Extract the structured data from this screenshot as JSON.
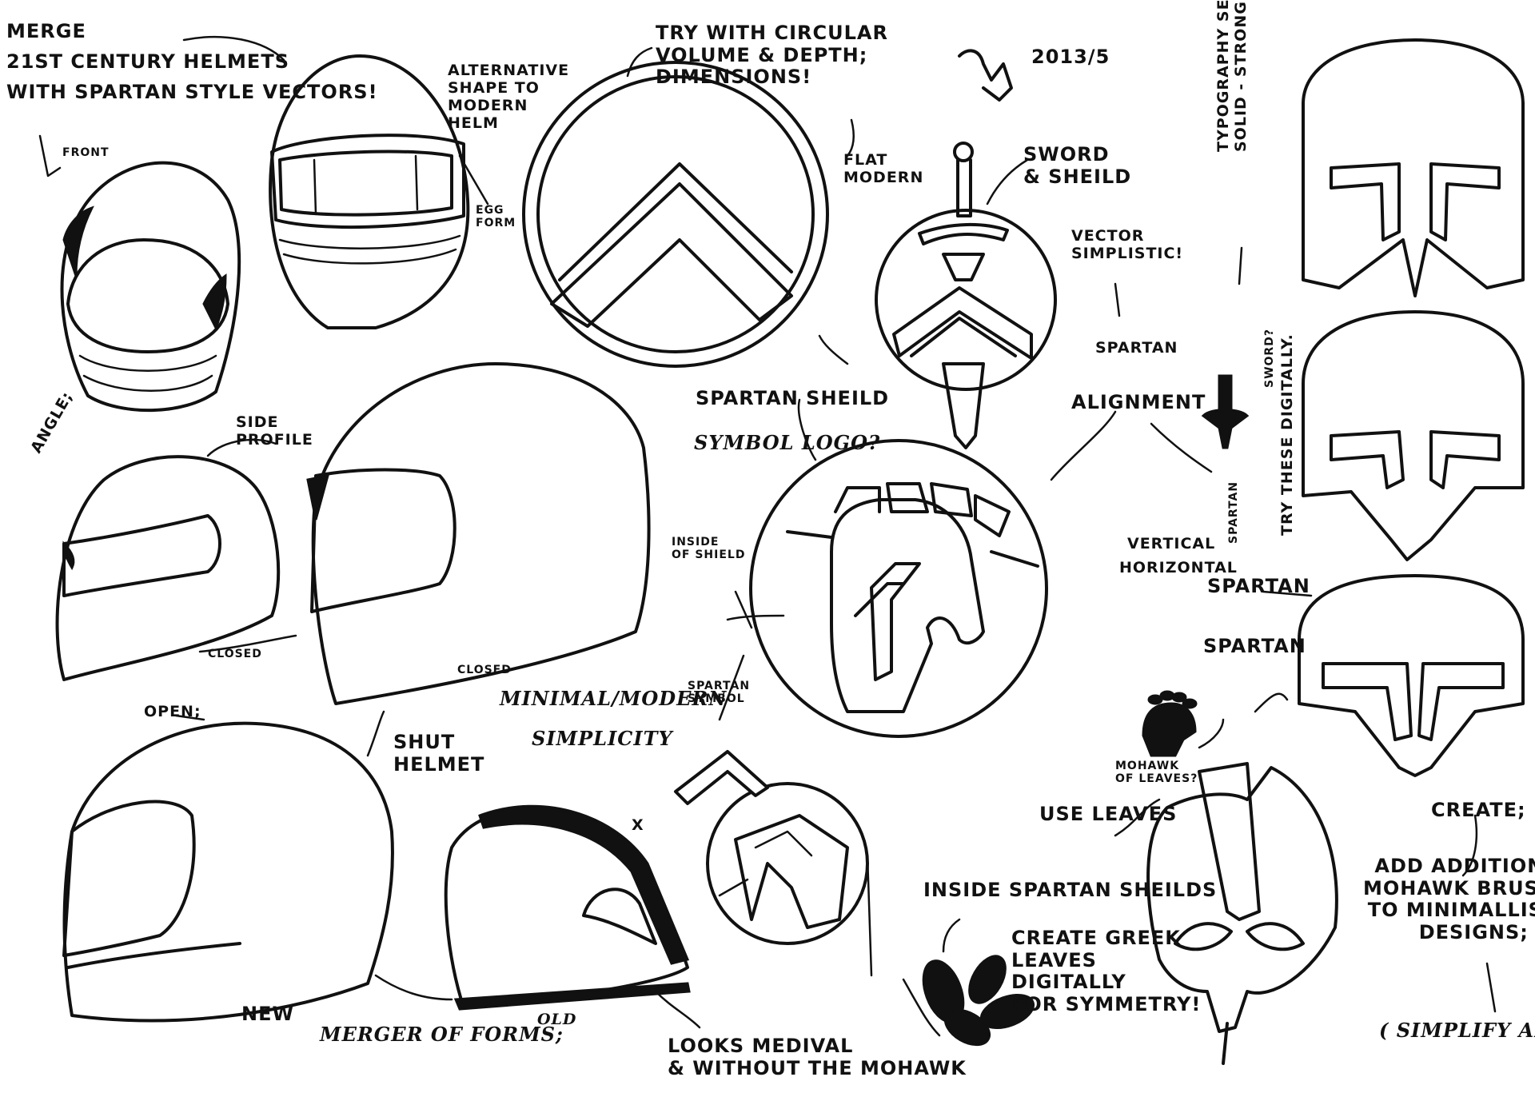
{
  "sheet": {
    "signature_date": "2013/5",
    "notes": {
      "merge_line1": "MERGE",
      "merge_line2": "21ST CENTURY HELMETS",
      "merge_line3": "WITH SPARTAN STYLE VECTORS!",
      "front": "FRONT",
      "alternative": "ALTERNATIVE\nSHAPE TO\nMODERN\nHELM",
      "egg_form": "EGG\nFORM",
      "circular": "TRY WITH CIRCULAR\nVOLUME & DEPTH;\nDIMENSIONS!",
      "flat_modern": "FLAT\nMODERN",
      "sword_shield": "SWORD\n& SHEILD",
      "vector_simplistic": "VECTOR\nSIMPLISTIC!",
      "spartan_small": "SPARTAN",
      "alignment": "ALIGNMENT",
      "typography": "TYPOGRAPHY SERIF;\nSOLID - STRONG",
      "sword_q": "SWORD?",
      "try_digitally": "TRY THESE DIGITALLY.",
      "spartan_vertical": "SPARTAN",
      "vertical": "VERTICAL",
      "horizontal": "HORIZONTAL",
      "spartan_h1": "SPARTAN",
      "spartan_h2": "SPARTAN",
      "side_profile": "SIDE\nPROFILE",
      "angle": "ANGLE;",
      "closed_small": "CLOSED",
      "closed": "CLOSED",
      "inside_of_shield": "INSIDE\nOF SHIELD",
      "spartan_shield": "SPARTAN SHEILD",
      "symbol_logo": "SYMBOL LOGO?",
      "open": "OPEN;",
      "shut_helmet": "SHUT\nHELMET",
      "minimal_modern": "MINIMAL/MODERN",
      "simplicity": "SIMPLICITY",
      "spartan_symbol": "SPARTAN\nSYMBOL",
      "mohawk_leaves": "MOHAWK\nOF LEAVES?",
      "use_leaves": "USE LEAVES",
      "create": "CREATE;",
      "add_additional": "ADD ADDITIONAL\nMOHAWK BRUSHES\nTO MINIMALLISTIC\nDESIGNS;",
      "simplify_art": "( SIMPLIFY ART )",
      "new": "NEW",
      "merger_of_forms": "MERGER OF FORMS;",
      "old": "OLD",
      "looks_medieval": "LOOKS MEDIVAL\n& WITHOUT THE MOHAWK",
      "inside_spartan_shields": "INSIDE SPARTAN SHEILDS",
      "create_greek_leaves": "CREATE GREEK\nLEAVES\nDIGITALLY\nFOR SYMMETRY!",
      "cross_mark": "X"
    }
  }
}
